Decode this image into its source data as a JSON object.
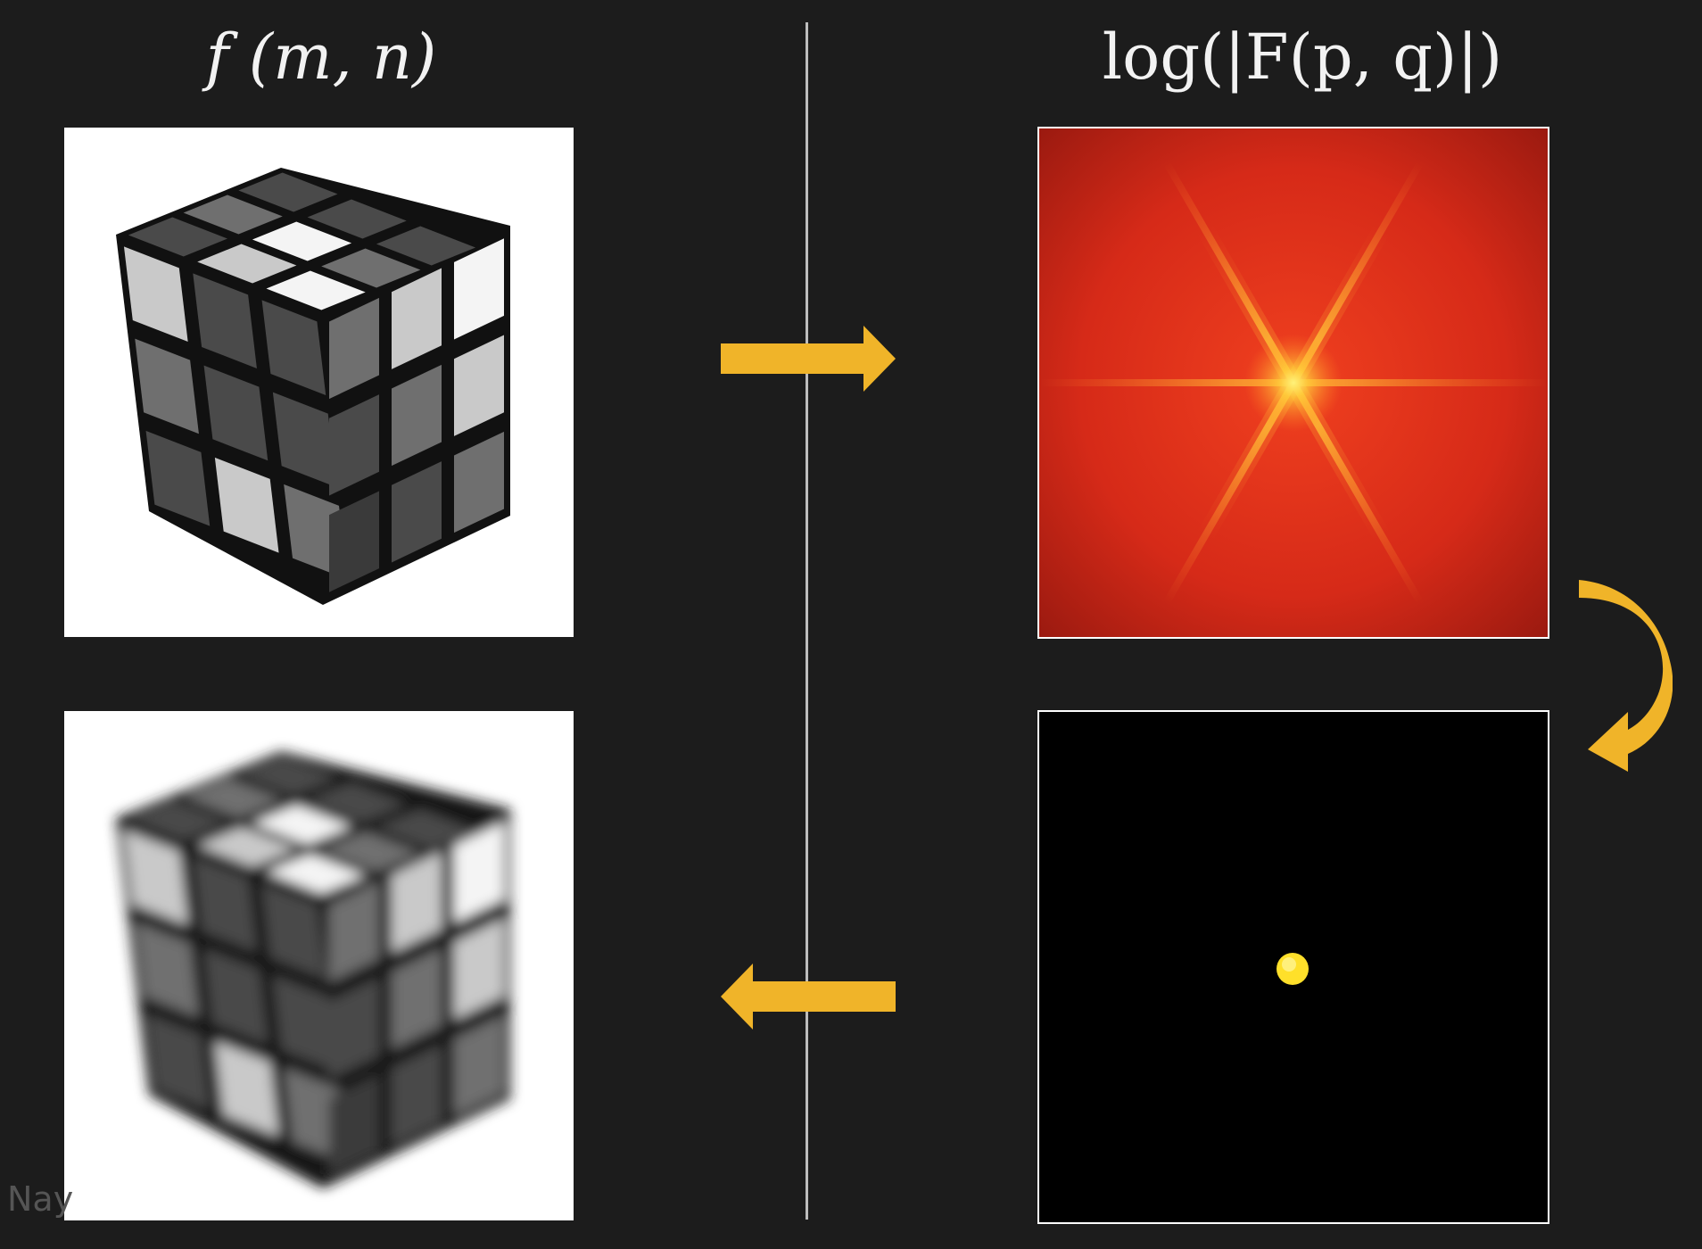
{
  "titles": {
    "left": "f (m, n)",
    "right": "log(|F(p, q)|)"
  },
  "panels": {
    "original": "rubik-cube-grayscale-image",
    "spectrum": "fourier-log-magnitude-spectrum",
    "filter": "low-pass-filter-mask",
    "filtered": "blurred-rubik-cube-image"
  },
  "colors": {
    "background": "#1c1c1c",
    "arrow": "#f0b429",
    "spectrum_red": "#e8321c",
    "spectrum_star": "#ffd23a",
    "filter_dot": "#ffe02a"
  },
  "watermark": "Nay"
}
